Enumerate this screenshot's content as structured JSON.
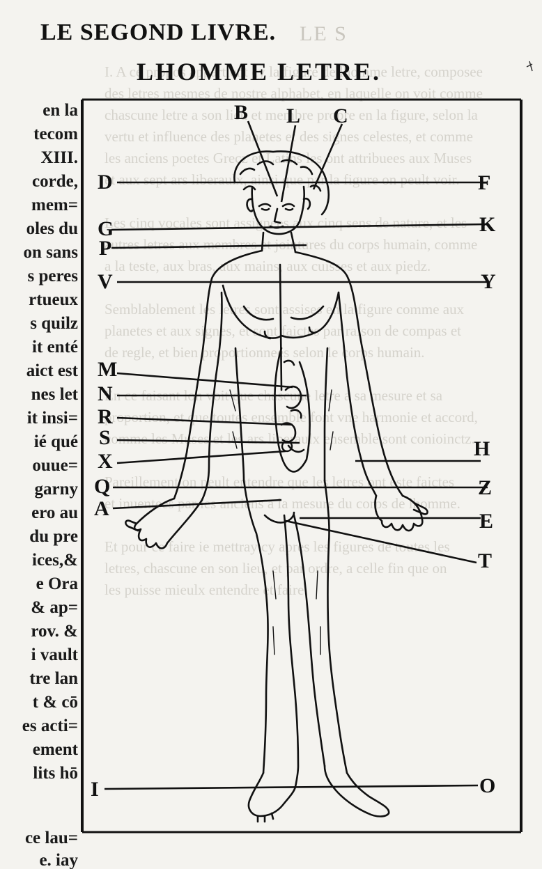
{
  "page": {
    "header": "LE SEGOND LIVRE.",
    "title": "LHOMME LETRE."
  },
  "margin_lines": [
    "en la",
    "tecom",
    "XIII.",
    "corde,",
    "mem=",
    "oles du",
    "on sans",
    "s peres",
    "rtueux",
    "s quilz",
    "it enté",
    "aict est",
    "nes let",
    "it insi=",
    "ié qué",
    "ouue=",
    "garny",
    "ero au",
    "du pre",
    "ices,&",
    "e Ora",
    "& ap=",
    "rov. &",
    "i vault",
    "tre lan",
    "t & cō",
    "es acti=",
    "ement",
    "lits hō",
    "",
    "",
    "ce lau=",
    "e. iay"
  ],
  "figure": {
    "labels_left": [
      "D",
      "G",
      "P",
      "V",
      "M",
      "N",
      "R",
      "S",
      "X",
      "Q",
      "A",
      "I"
    ],
    "labels_top": [
      "B",
      "L",
      "C"
    ],
    "labels_right": [
      "F",
      "K",
      "Y",
      "H",
      "Z",
      "E",
      "T",
      "O"
    ]
  }
}
